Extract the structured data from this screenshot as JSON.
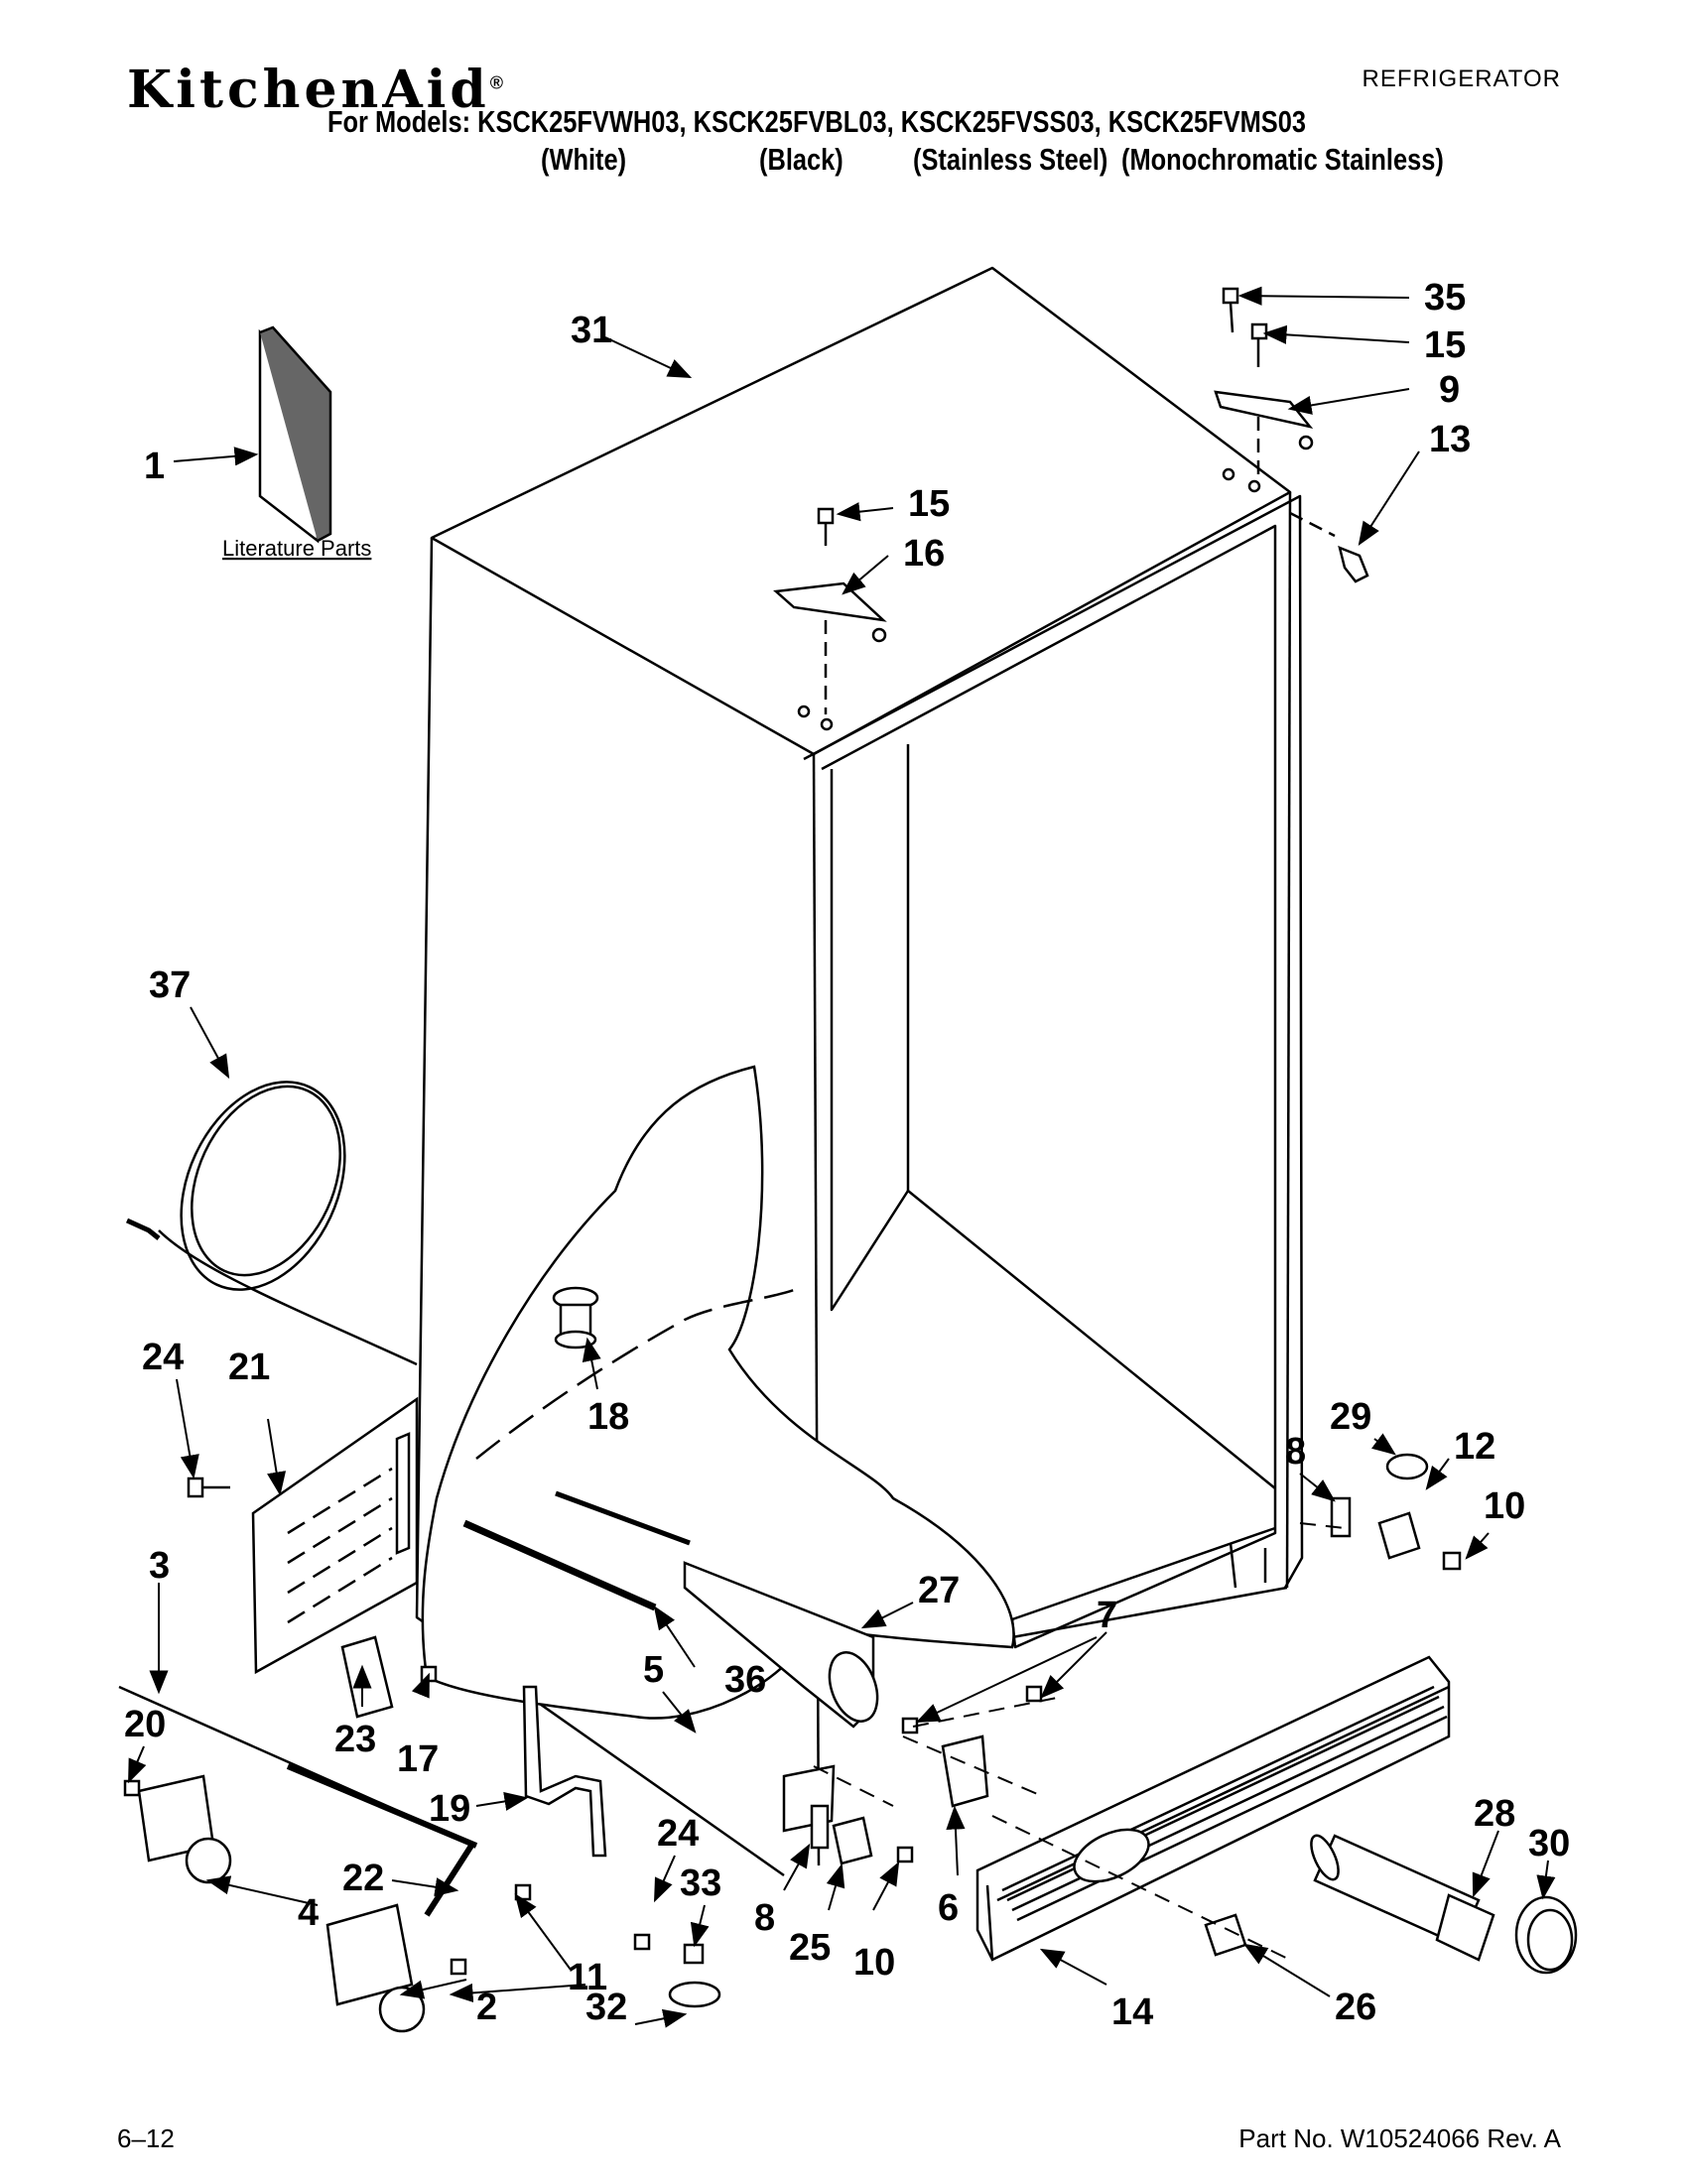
{
  "header": {
    "brand": "KitchenAid",
    "registered_mark": "®",
    "category": "REFRIGERATOR",
    "models_line": "For Models: KSCK25FVWH03, KSCK25FVBL03, KSCK25FVSS03, KSCK25FVMS03",
    "variants": [
      "(White)",
      "(Black)",
      "(Stainless Steel)",
      "(Monochromatic Stainless)"
    ]
  },
  "diagram": {
    "literature_label": "Literature Parts",
    "callouts": [
      "31",
      "35",
      "15",
      "9",
      "13",
      "1",
      "15",
      "16",
      "37",
      "24",
      "21",
      "18",
      "29",
      "8",
      "12",
      "10",
      "27",
      "3",
      "7",
      "5",
      "36",
      "23",
      "17",
      "20",
      "19",
      "24",
      "28",
      "30",
      "33",
      "22",
      "6",
      "4",
      "11",
      "8",
      "25",
      "10",
      "14",
      "26",
      "2",
      "32"
    ]
  },
  "footer": {
    "page_number": "6–12",
    "part_number": "Part No. W10524066 Rev. A"
  }
}
